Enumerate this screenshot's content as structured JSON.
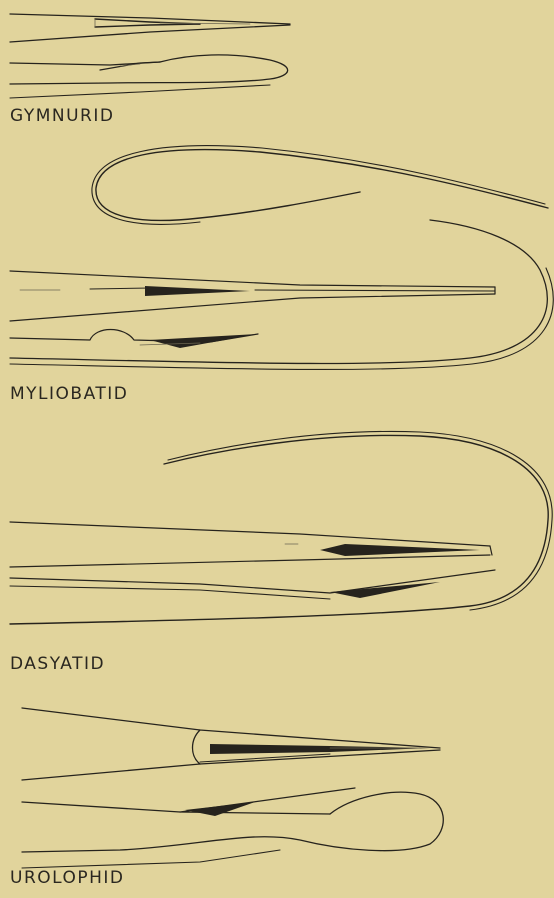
{
  "colors": {
    "background": "#e1d49c",
    "ink": "#26231d"
  },
  "figures": [
    {
      "label": "GYMNURID"
    },
    {
      "label": "MYLIOBATID"
    },
    {
      "label": "DASYATID"
    },
    {
      "label": "UROLOPHID"
    }
  ]
}
